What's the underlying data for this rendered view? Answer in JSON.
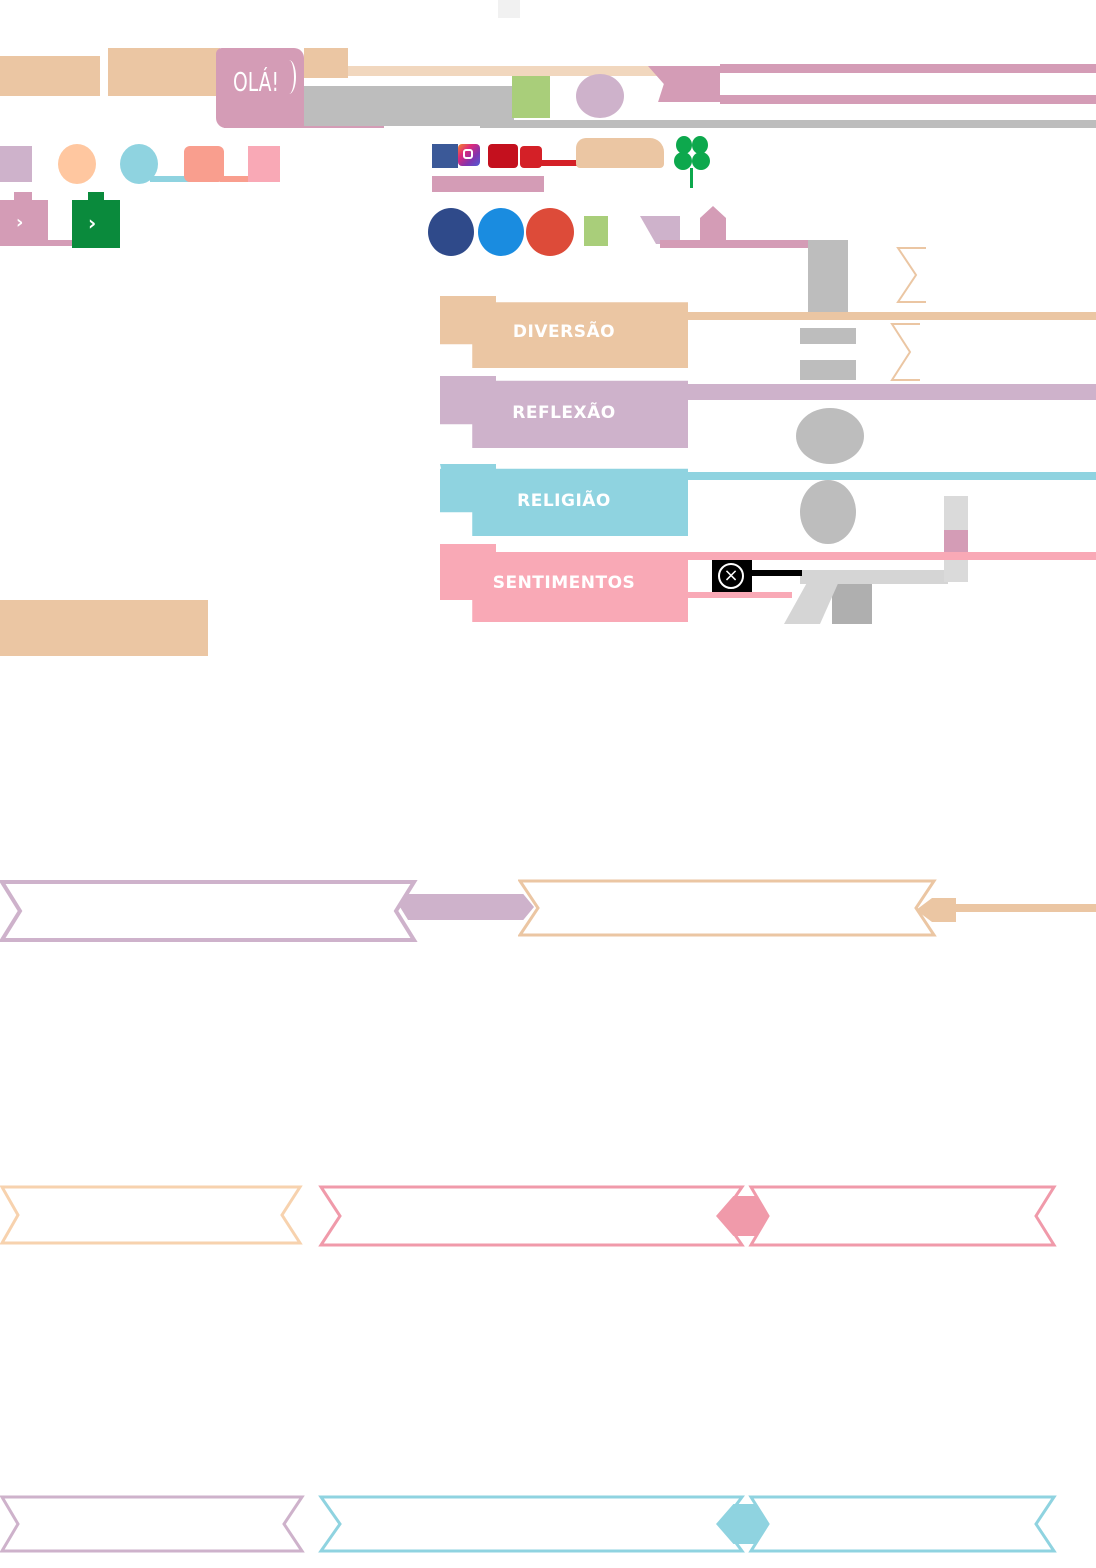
{
  "greeting": {
    "label": "OLÁ!"
  },
  "categories": [
    {
      "label": "DIVERSÃO",
      "color": "#EBC6A3"
    },
    {
      "label": "REFLEXÃO",
      "color": "#CEB2CB"
    },
    {
      "label": "RELIGIÃO",
      "color": "#8FD3E0"
    },
    {
      "label": "SENTIMENTOS",
      "color": "#F9A9B6"
    }
  ],
  "palette": {
    "peach": "#EBC6A3",
    "mauve": "#CEB2CB",
    "rose": "#D49CB6",
    "sky": "#8FD3E0",
    "salmon": "#F99E8E",
    "pink": "#F9A9B6",
    "grey": "#BDBDBD",
    "green": "#0A8A3C",
    "lime": "#A9CE7A"
  },
  "icons": {
    "social": [
      "facebook-icon",
      "instagram-icon",
      "youtube-icon",
      "youtube-icon"
    ],
    "share": [
      "facebook-share-icon",
      "twitter-share-icon",
      "google-share-icon"
    ],
    "other": [
      "clover-icon",
      "close-icon",
      "chevron-right-icon"
    ]
  }
}
